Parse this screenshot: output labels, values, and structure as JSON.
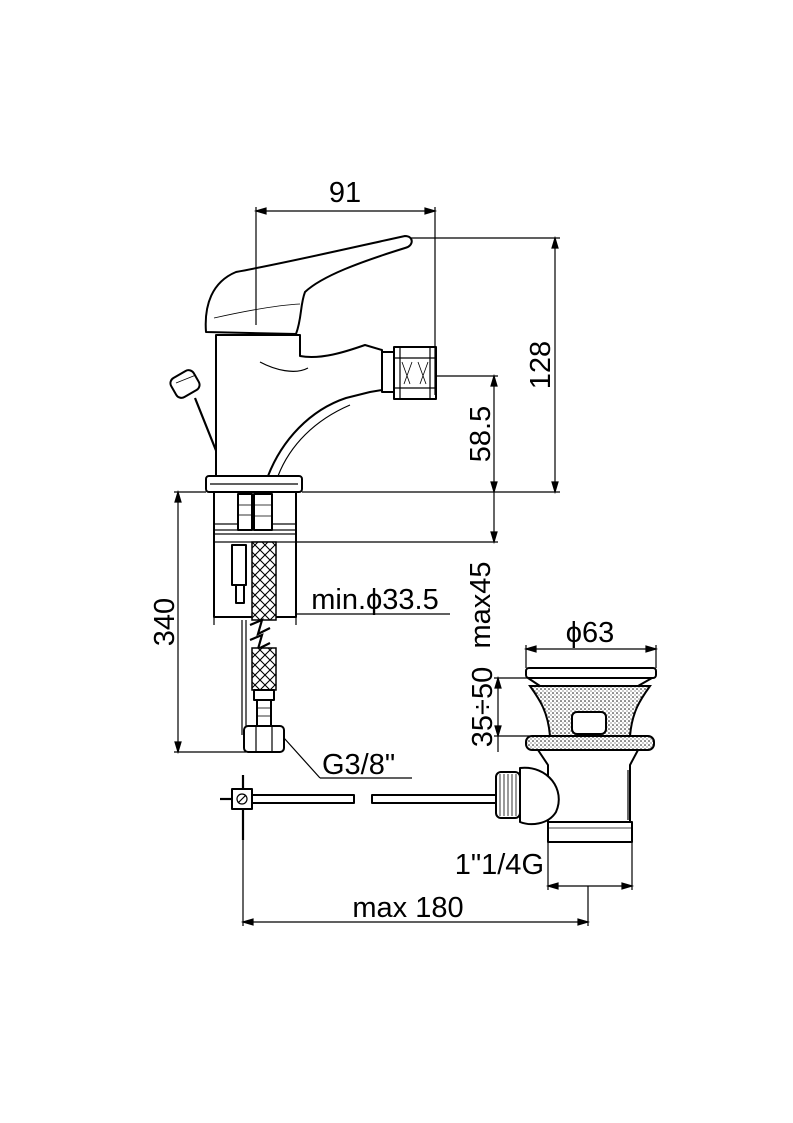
{
  "drawing": {
    "dimensions": {
      "top_width": "91",
      "total_height": "128",
      "spout_height": "58.5",
      "under_length": "340",
      "hole_diameter": "min.ϕ33.5",
      "deck_thickness": "max45",
      "connection": "G3/8\"",
      "waste_diameter": "ϕ63",
      "waste_range": "35÷50",
      "waste_thread": "1\"1/4G",
      "rod_length": "max 180"
    }
  }
}
